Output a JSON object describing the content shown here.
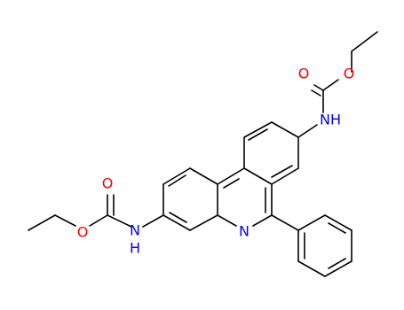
{
  "molecule": {
    "atom_labels": {
      "o_carbonyl_top": "O",
      "o_ester_top": "O",
      "nh_top": "N",
      "h_top": "H",
      "o_carbonyl_left": "O",
      "o_ester_left": "O",
      "nh_left": "N",
      "h_left": "H",
      "n_ring": "N"
    },
    "colors": {
      "bond": "#000000",
      "oxygen": "#ff0000",
      "nitrogen": "#0000ff"
    }
  }
}
